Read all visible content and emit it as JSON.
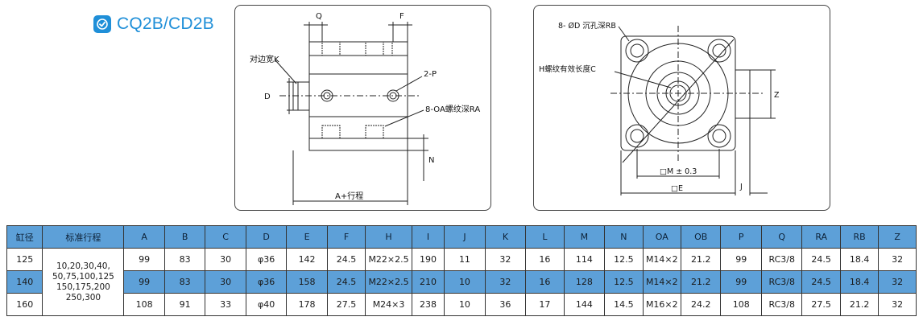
{
  "product": {
    "title": "CQ2B/CD2B",
    "icon": "checkmark-icon",
    "accent": "#1f8fd8"
  },
  "side_view": {
    "labels": {
      "q": "Q",
      "f": "F",
      "k": "对边宽K",
      "d": "D",
      "p": "2-P",
      "oa": "8-OA螺纹深RA",
      "n": "N",
      "stroke": "A+行程"
    }
  },
  "front_view": {
    "labels": {
      "d_hole": "8- ØD 沉孔深RB",
      "h": "H螺纹有效长度C",
      "z": "Z",
      "m": "□M ± 0.3",
      "e": "□E",
      "j": "J"
    }
  },
  "table": {
    "header_color": "#5da0d8",
    "columns": [
      "缸径",
      "标准行程",
      "A",
      "B",
      "C",
      "D",
      "E",
      "F",
      "H",
      "I",
      "J",
      "K",
      "L",
      "M",
      "N",
      "OA",
      "OB",
      "P",
      "Q",
      "RA",
      "RB",
      "Z"
    ],
    "stroke_cell": [
      "10,20,30,40,",
      "50,75,100,125",
      "150,175,200",
      "250,300"
    ],
    "rows": [
      {
        "bore": "125",
        "A": "99",
        "B": "83",
        "C": "30",
        "D": "φ36",
        "E": "142",
        "F": "24.5",
        "H": "M22×2.5",
        "I": "190",
        "J": "11",
        "K": "32",
        "L": "16",
        "M": "114",
        "N": "12.5",
        "OA": "M14×2",
        "OB": "21.2",
        "P": "99",
        "Q": "RC3/8",
        "RA": "24.5",
        "RB": "18.4",
        "Z": "32"
      },
      {
        "bore": "140",
        "A": "99",
        "B": "83",
        "C": "30",
        "D": "φ36",
        "E": "158",
        "F": "24.5",
        "H": "M22×2.5",
        "I": "210",
        "J": "10",
        "K": "32",
        "L": "16",
        "M": "128",
        "N": "12.5",
        "OA": "M14×2",
        "OB": "21.2",
        "P": "99",
        "Q": "RC3/8",
        "RA": "24.5",
        "RB": "18.4",
        "Z": "32"
      },
      {
        "bore": "160",
        "A": "108",
        "B": "91",
        "C": "33",
        "D": "φ40",
        "E": "178",
        "F": "27.5",
        "H": "M24×3",
        "I": "238",
        "J": "10",
        "K": "36",
        "L": "17",
        "M": "144",
        "N": "14.5",
        "OA": "M16×2",
        "OB": "24.2",
        "P": "108",
        "Q": "RC3/8",
        "RA": "27.5",
        "RB": "21.2",
        "Z": "32"
      }
    ]
  }
}
